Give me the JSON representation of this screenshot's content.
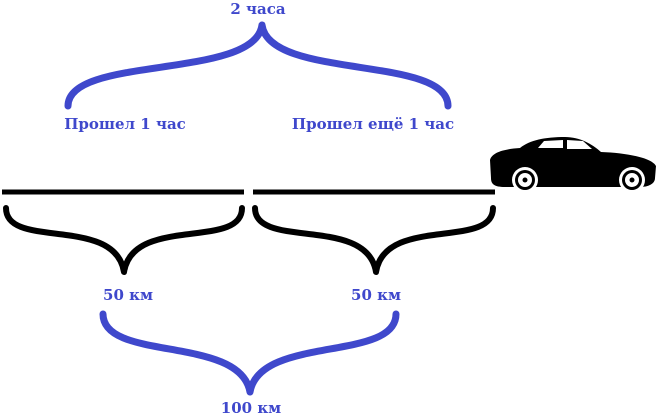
{
  "labels": {
    "total_time": "2 часа",
    "first_hour": "Прошел 1 час",
    "second_hour": "Прошел ещё 1 час",
    "first_distance": "50 км",
    "second_distance": "50 км",
    "total_distance": "100 км"
  },
  "colors": {
    "blue": "#3f48cc",
    "black": "#000000"
  },
  "icons": [
    "car-icon"
  ]
}
